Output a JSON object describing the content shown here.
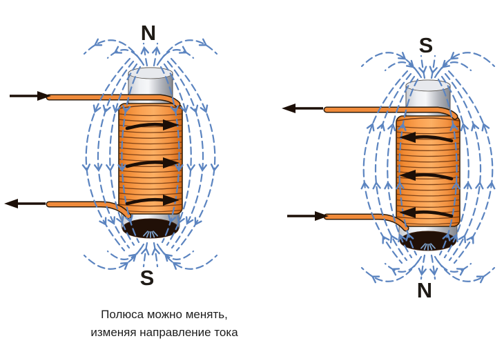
{
  "figure": {
    "title": "Electromagnet polarity reversal diagram",
    "caption": {
      "line1": "Полюса можно менять,",
      "line2": "изменяя направление тока"
    }
  },
  "diagrams": [
    {
      "id": "left",
      "top_pole": "N",
      "bottom_pole": "S",
      "coil_current_direction": "right",
      "top_lead_arrow": "right",
      "bottom_lead_arrow": "left",
      "field": "out_of_top"
    },
    {
      "id": "right",
      "top_pole": "S",
      "bottom_pole": "N",
      "coil_current_direction": "left",
      "top_lead_arrow": "left",
      "bottom_lead_arrow": "right",
      "field": "into_top"
    }
  ],
  "colors": {
    "field_line": "#5b84c0",
    "field_ray": "#7da2cc",
    "coil_orange": "#f79b45",
    "coil_line": "#713711",
    "wire_orange": "#ef8a3a",
    "wire_outline": "#2c1a08",
    "current_arrow": "#1c0f07",
    "core_gray": "#c6c9cf",
    "pole_face_dark": "#211007",
    "pole_text": "#1f1b16",
    "caption_text": "#1c1c1c",
    "background": "#ffffff"
  }
}
